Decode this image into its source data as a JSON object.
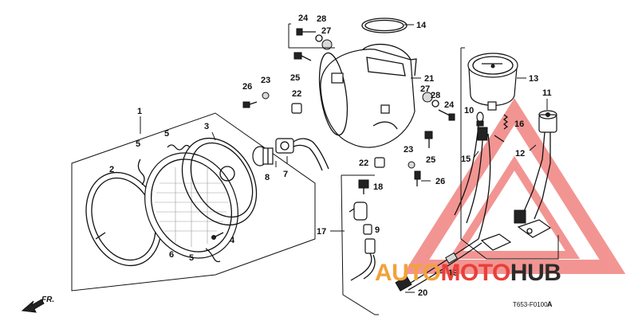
{
  "callouts": {
    "c1": "1",
    "c2": "2",
    "c3": "3",
    "c4": "4",
    "c5a": "5",
    "c5b": "5",
    "c5c": "5",
    "c6": "6",
    "c7": "7",
    "c8": "8",
    "c9": "9",
    "c10": "10",
    "c11": "11",
    "c12": "12",
    "c13": "13",
    "c14": "14",
    "c15": "15",
    "c16": "16",
    "c17": "17",
    "c18": "18",
    "c19": "19",
    "c20": "20",
    "c21": "21",
    "c22a": "22",
    "c22b": "22",
    "c23a": "23",
    "c23b": "23",
    "c24a": "24",
    "c24b": "24",
    "c25a": "25",
    "c25b": "25",
    "c26a": "26",
    "c26b": "26",
    "c27a": "27",
    "c27b": "27",
    "c28a": "28",
    "c28b": "28"
  },
  "direction_label": "FR.",
  "diagram_code": "T653-F0100",
  "diagram_suffix": "A",
  "watermark": {
    "part1": "AUTO",
    "part2": "MOTO",
    "part3": "HUB",
    "color_red": "#e8403a",
    "color_orange": "#f2a23a",
    "color_dark": "#2b2b2b"
  }
}
